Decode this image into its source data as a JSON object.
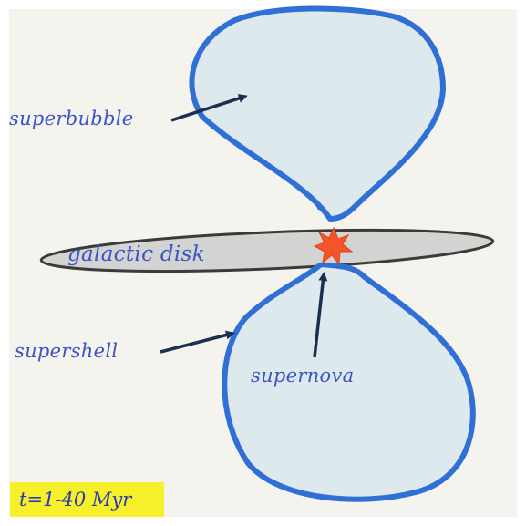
{
  "labels": {
    "superbubble": "superbubble",
    "galactic_disk": "galactic disk",
    "supershell": "supershell",
    "supernova": "supernova"
  },
  "time_badge": "t=1-40 Myr",
  "colors": {
    "shell": "#2f6fd6",
    "bubble_fill": "#dbe8ee",
    "disk_fill": "#d3d3d1",
    "disk_edge": "#3a3a3a",
    "supernova": "#f2552a",
    "label_text": "#3b53c4",
    "arrow": "#1b3050",
    "badge_background": "#f6f02a"
  }
}
